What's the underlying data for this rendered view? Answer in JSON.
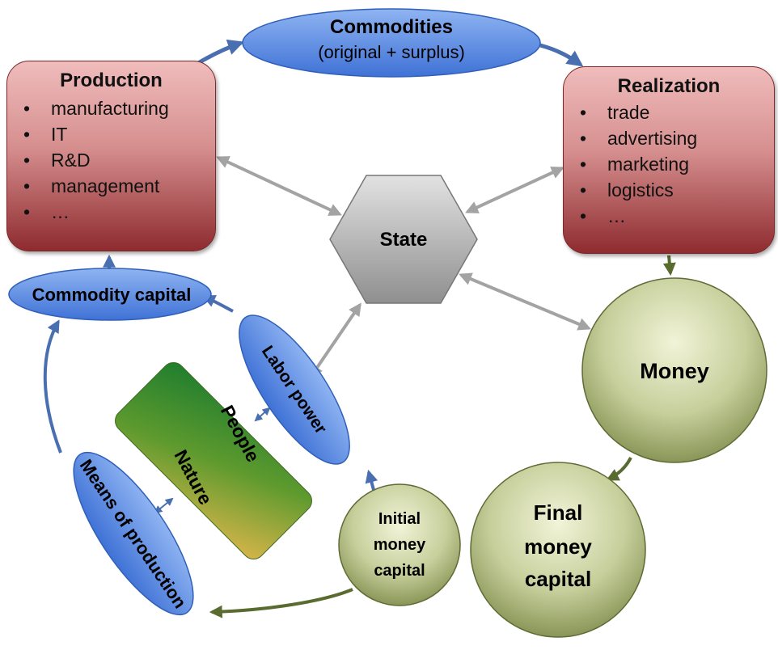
{
  "production": {
    "title": "Production",
    "items": [
      "manufacturing",
      "IT",
      "R&D",
      "management",
      "…"
    ]
  },
  "realization": {
    "title": "Realization",
    "items": [
      "trade",
      "advertising",
      "marketing",
      "logistics",
      "…"
    ]
  },
  "commodities": {
    "title": "Commodities",
    "subtitle": "(original + surplus)"
  },
  "state": {
    "label": "State"
  },
  "commodity_capital": {
    "label": "Commodity capital"
  },
  "labor_power": {
    "label": "Labor power"
  },
  "means_of_production": {
    "label": "Means of production"
  },
  "people_nature": {
    "people": "People",
    "nature": "Nature"
  },
  "money": {
    "label": "Money"
  },
  "final_money_capital": {
    "line1": "Final",
    "line2": "money",
    "line3": "capital"
  },
  "initial_money_capital": {
    "line1": "Initial",
    "line2": "money",
    "line3": "capital"
  },
  "bullet": "•",
  "colors": {
    "blue_arrow": "#4a6fb0",
    "gray_arrow": "#a3a3a3",
    "green_arrow": "#5a6b30",
    "ellipse_fill": "#5b8be0",
    "circle_fill_light": "#eef2d2",
    "circle_fill_dark": "#7f8c4c"
  }
}
